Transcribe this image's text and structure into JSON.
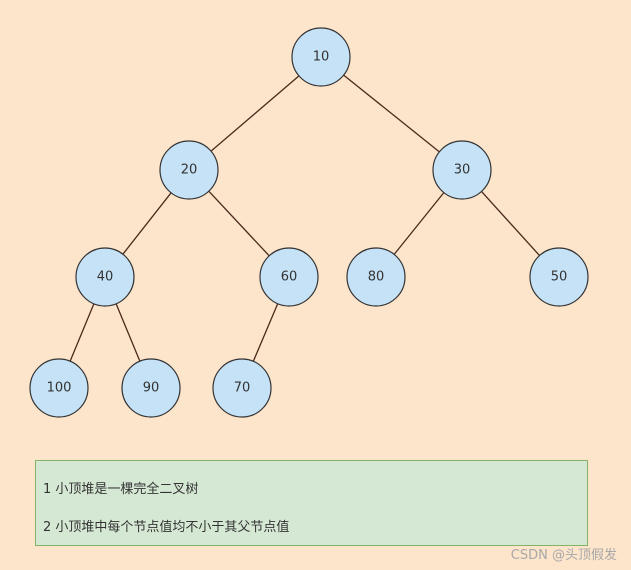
{
  "tree": {
    "nodes": [
      {
        "id": "n10",
        "label": "10"
      },
      {
        "id": "n20",
        "label": "20"
      },
      {
        "id": "n30",
        "label": "30"
      },
      {
        "id": "n40",
        "label": "40"
      },
      {
        "id": "n60",
        "label": "60"
      },
      {
        "id": "n80",
        "label": "80"
      },
      {
        "id": "n50",
        "label": "50"
      },
      {
        "id": "n100",
        "label": "100"
      },
      {
        "id": "n90",
        "label": "90"
      },
      {
        "id": "n70",
        "label": "70"
      }
    ],
    "edges": [
      {
        "from": "n10",
        "to": "n20"
      },
      {
        "from": "n10",
        "to": "n30"
      },
      {
        "from": "n20",
        "to": "n40"
      },
      {
        "from": "n20",
        "to": "n60"
      },
      {
        "from": "n30",
        "to": "n80"
      },
      {
        "from": "n30",
        "to": "n50"
      },
      {
        "from": "n40",
        "to": "n100"
      },
      {
        "from": "n40",
        "to": "n90"
      },
      {
        "from": "n60",
        "to": "n70"
      }
    ]
  },
  "notes": {
    "line1": "1 小顶堆是一棵完全二叉树",
    "line2": "2 小顶堆中每个节点值均不小于其父节点值"
  },
  "watermark": "CSDN @头顶假发",
  "colors": {
    "background": "#fde5cb",
    "node_fill": "#c5e2f7",
    "node_stroke": "#333333",
    "edge": "#4a2a1a",
    "note_fill": "#d5e8d4",
    "note_stroke": "#82b366"
  }
}
